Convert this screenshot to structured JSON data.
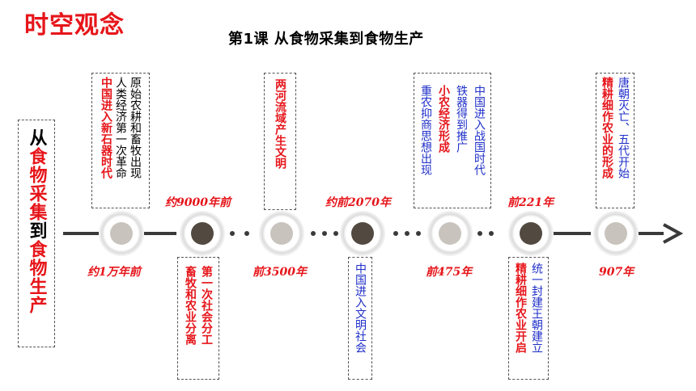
{
  "corner_title": "时空观念",
  "lesson_title": "第1课 从食物采集到食物生产",
  "left_panel": {
    "parts": [
      "从",
      "食物采集",
      "到",
      "食物生产"
    ]
  },
  "timeline": {
    "nodes": [
      {
        "date": "约1万年前",
        "core": "light"
      },
      {
        "date": "约9000年前",
        "core": "dark"
      },
      {
        "date": "前3500年",
        "core": "light"
      },
      {
        "date": "约前2070年",
        "core": "dark"
      },
      {
        "date": "前475年",
        "core": "light"
      },
      {
        "date": "前221年",
        "core": "dark"
      },
      {
        "date": "907年",
        "core": "light"
      }
    ]
  },
  "events": {
    "neolithic": {
      "col1": "原始农耕和畜牧出现",
      "col2": "人类经济第一次革命",
      "col3": "中国进入新石器时代"
    },
    "division": {
      "col1": "第一次社会分工",
      "col2": "畜牧和农业分离"
    },
    "two_rivers": {
      "col1": "两河流域产生文明"
    },
    "civilization": {
      "col1": "中国进入文明社会"
    },
    "warring": {
      "col1": "中国进入战国时代",
      "col2": "铁器得到推广",
      "col3": "小农经济形成",
      "col4": "重农抑商思想出现"
    },
    "unify": {
      "col1": "统一封建王朝建立",
      "col2": "精耕细作农业开启"
    },
    "tang": {
      "col1": "唐朝灭亡、五代开始",
      "col2": "精耕细作农业的形成"
    }
  }
}
